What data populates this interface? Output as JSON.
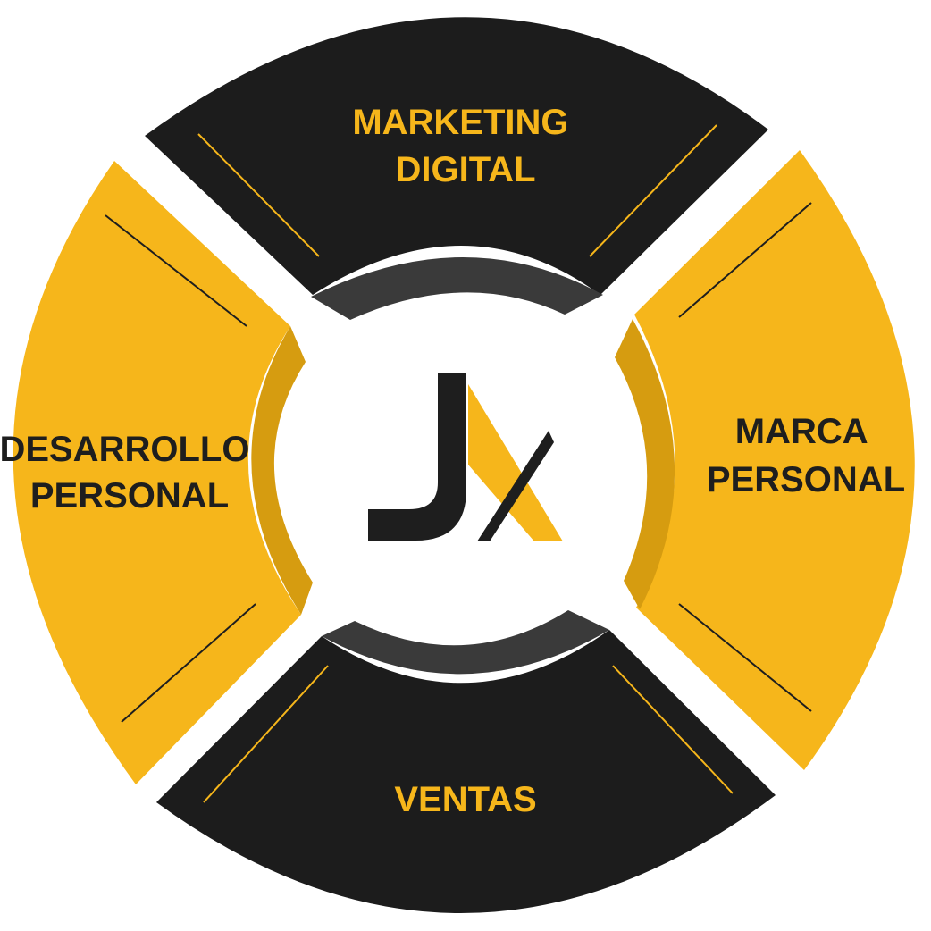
{
  "colors": {
    "gold": "#f6b61b",
    "gold_shade": "#d69c10",
    "dark": "#1c1c1c",
    "dark_shade": "#3a3a3a",
    "background": "#ffffff"
  },
  "logo": {
    "name": "JX monogram"
  },
  "segments": {
    "top": {
      "lines": [
        "MARKETING",
        "DIGITAL"
      ]
    },
    "right": {
      "lines": [
        "MARCA",
        "PERSONAL"
      ]
    },
    "bottom": {
      "lines": [
        "VENTAS"
      ]
    },
    "left": {
      "lines": [
        "DESARROLLO",
        "PERSONAL"
      ]
    }
  }
}
